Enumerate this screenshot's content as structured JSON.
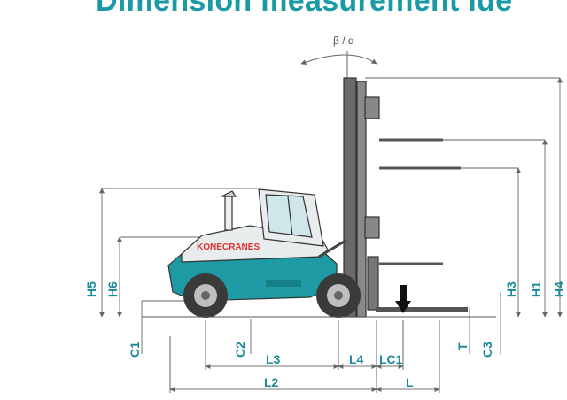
{
  "title": "Dimension measurement ide",
  "tilt_label": "β / α",
  "brand": "KONECRANES",
  "labels": {
    "h5": "H5",
    "h6": "H6",
    "h3": "H3",
    "h1": "H1",
    "h4": "H4",
    "c1": "C1",
    "c2": "C2",
    "c3": "C3",
    "t": "T",
    "l3": "L3",
    "l4": "L4",
    "lc1": "LC1",
    "l2": "L2",
    "l": "L"
  },
  "colors": {
    "accent": "#1a9aa6",
    "body": "#e9ecec",
    "base": "#1e9aa4",
    "tire": "#3a3a3a",
    "mast": "#555555"
  }
}
